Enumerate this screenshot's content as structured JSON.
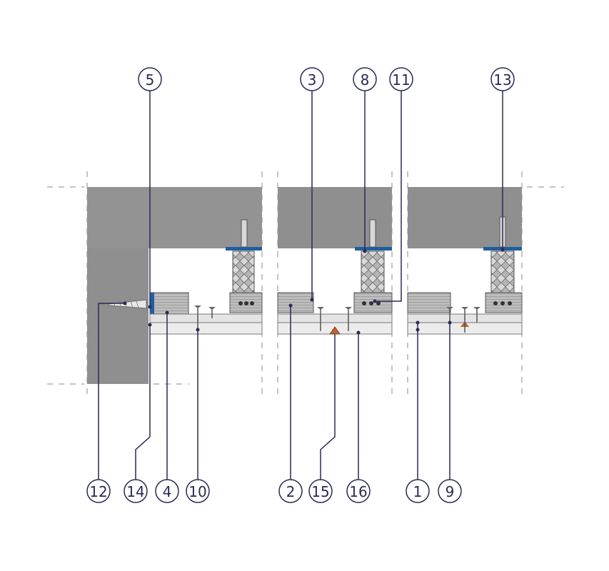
{
  "diagram": {
    "colors": {
      "slab": "#8f8f8f",
      "slab_light": "#a9a9a9",
      "wall": "#8c8c8c",
      "profile": "#b8b8b8",
      "profile_dark": "#6e6e6e",
      "board": "#e6e6e6",
      "board_edge": "#7a7a7a",
      "seal": "#1f5f9e",
      "leader": "#2b2a55",
      "dash": "#8a8a8a",
      "screw": "#555555",
      "filler": "#c06030"
    },
    "callouts": [
      {
        "id": "c5",
        "label": "5"
      },
      {
        "id": "c3",
        "label": "3"
      },
      {
        "id": "c8",
        "label": "8"
      },
      {
        "id": "c11",
        "label": "11"
      },
      {
        "id": "c13",
        "label": "13"
      },
      {
        "id": "c12",
        "label": "12"
      },
      {
        "id": "c14",
        "label": "14"
      },
      {
        "id": "c4",
        "label": "4"
      },
      {
        "id": "c10",
        "label": "10"
      },
      {
        "id": "c2",
        "label": "2"
      },
      {
        "id": "c15",
        "label": "15"
      },
      {
        "id": "c16",
        "label": "16"
      },
      {
        "id": "c1",
        "label": "1"
      },
      {
        "id": "c9",
        "label": "9"
      }
    ]
  }
}
